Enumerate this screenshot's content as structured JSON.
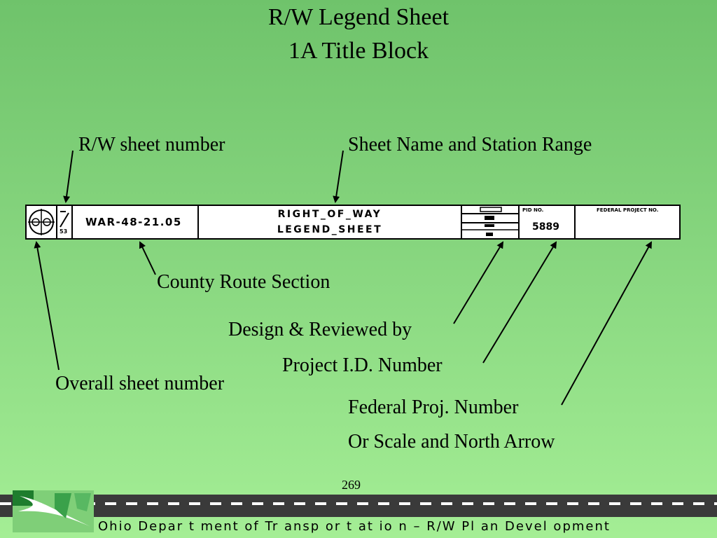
{
  "title": {
    "line1": "R/W Legend Sheet",
    "line2": "1A Title Block"
  },
  "labels": {
    "rw_sheet_number": "R/W sheet number",
    "sheet_name_range": "Sheet Name and Station Range",
    "county_route_section": "County Route Section",
    "design_reviewed": "Design & Reviewed by",
    "project_id": "Project I.D. Number",
    "overall_sheet": "Overall sheet number",
    "federal_proj": "Federal Proj. Number",
    "scale_north": "Or Scale and North Arrow"
  },
  "title_block": {
    "sheet_total": "53",
    "county_route": "WAR-48-21.05",
    "name_line1": "RIGHT_OF_WAY",
    "name_line2": "LEGEND_SHEET",
    "pid_label": "PID NO.",
    "pid_value": "5889",
    "fed_label": "FEDERAL PROJECT NO."
  },
  "page_number": "269",
  "footer": "Ohio Depar t ment  of  Tr ansp or t at io n  – R/W Pl an  Devel opment"
}
